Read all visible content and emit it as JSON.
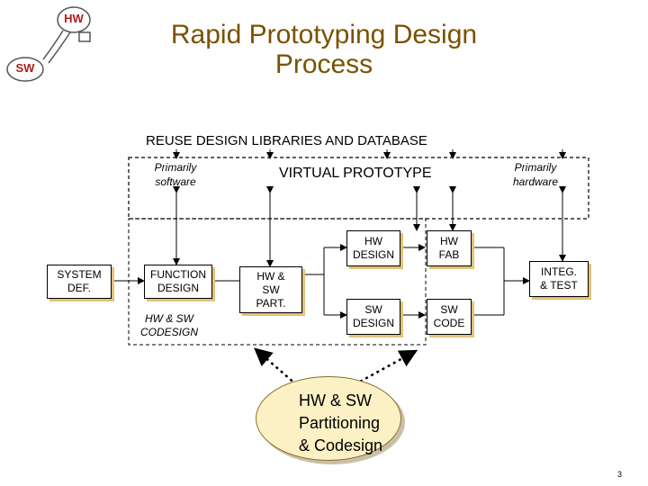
{
  "title": {
    "line1": "Rapid Prototyping Design",
    "line2": "Process"
  },
  "logo": {
    "hw": "HW",
    "sw": "SW"
  },
  "reuse_label": "REUSE DESIGN LIBRARIES AND DATABASE",
  "virtual_prototype": "VIRTUAL PROTOTYPE",
  "primarily_software": {
    "line1": "Primarily",
    "line2": "software"
  },
  "primarily_hardware": {
    "line1": "Primarily",
    "line2": "hardware"
  },
  "boxes": {
    "system_def": {
      "line1": "SYSTEM",
      "line2": "DEF."
    },
    "function_design": {
      "line1": "FUNCTION",
      "line2": "DESIGN"
    },
    "hw_sw_part": {
      "line1": "HW &",
      "line2": "SW",
      "line3": "PART."
    },
    "hw_design": {
      "line1": "HW",
      "line2": "DESIGN"
    },
    "sw_design": {
      "line1": "SW",
      "line2": "DESIGN"
    },
    "hw_fab": {
      "line1": "HW",
      "line2": "FAB"
    },
    "sw_code": {
      "line1": "SW",
      "line2": "CODE"
    },
    "integ_test": {
      "line1": "INTEG.",
      "line2": "& TEST"
    }
  },
  "hw_sw_codesign": {
    "line1": "HW & SW",
    "line2": "CODESIGN"
  },
  "ellipse": {
    "line1": "HW & SW",
    "line2": "Partitioning",
    "line3": "& Codesign"
  },
  "page_number": "3",
  "colors": {
    "title": "#7a5200",
    "shadow": "#e2c27a",
    "ellipse_fill": "#fcf1c4",
    "logo_text": "#b31b1b"
  }
}
